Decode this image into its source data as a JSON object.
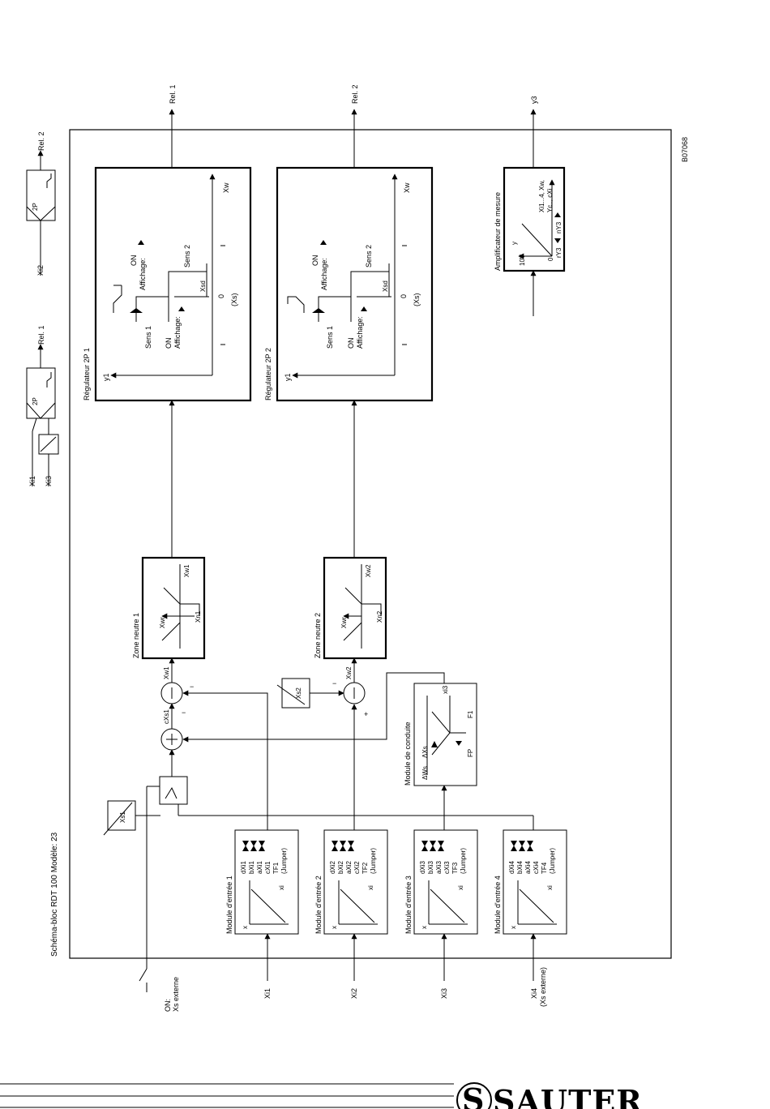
{
  "document": {
    "title": "Schéma-bloc RDT 100 Modèle: 23",
    "figure_code": "B07068",
    "brand": "SAUTER"
  },
  "outputs": {
    "rel1": "Rel. 1",
    "rel2": "Rel. 2",
    "y3": "y3"
  },
  "legend_2p": {
    "block_1": {
      "in_a": "Xi1",
      "in_b": "Xi3",
      "type": "2P",
      "out": "Rel. 1"
    },
    "block_2": {
      "in_a": "Xi2",
      "type": "2P",
      "out": "Rel. 2"
    }
  },
  "inputs": {
    "xi1": "Xi1",
    "xi2": "Xi2",
    "xi3": "Xi3",
    "xi4": "Xi4",
    "xi4_note": "(Xs externe)",
    "switch_on": "ON:",
    "switch_note": "Xs externe"
  },
  "input_modules": [
    {
      "title": "Module d'entrée 1",
      "params": [
        "dXi1",
        "bXi1",
        "aXi1",
        "cXi1",
        "TF1",
        "(Jumper)"
      ],
      "axis_x": "x",
      "axis_xi": "xi"
    },
    {
      "title": "Module d'entrée 2",
      "params": [
        "dXi2",
        "bXi2",
        "aXi2",
        "cXi2",
        "TF2",
        "(Jumper)"
      ],
      "axis_x": "x",
      "axis_xi": "xi"
    },
    {
      "title": "Module d'entrée 3",
      "params": [
        "dXi3",
        "bXi3",
        "aXi3",
        "cXi3",
        "TF3",
        "(Jumper)"
      ],
      "axis_x": "x",
      "axis_xi": "xi"
    },
    {
      "title": "Module d'entrée 4",
      "params": [
        "dXi4",
        "bXi4",
        "aXi4",
        "cXi4",
        "TF4",
        "(Jumper)"
      ],
      "axis_x": "x",
      "axis_xi": "xi"
    }
  ],
  "setpoints": {
    "xs1": "Xs1",
    "xs2": "Xs2"
  },
  "junctions": {
    "cxs1": "cXs1",
    "xw1": "Xw1",
    "xw2": "Xw2",
    "plus": "+",
    "minus": "−"
  },
  "guide_module": {
    "title": "Module de conduite",
    "dws": "ΔWs",
    "dxs": "ΔXs",
    "fp": "FP",
    "f1": "F1",
    "xi3": "xi3"
  },
  "neutral_zones": [
    {
      "title": "Zone neutre 1",
      "xwr": "Xwr",
      "xn": "Xn1",
      "xw": "Xw1"
    },
    {
      "title": "Zone neutre 2",
      "xwr": "Xwr",
      "xn": "Xn2",
      "xw": "Xw2"
    }
  ],
  "regulators": [
    {
      "title": "Régulateur 2P 1",
      "y1": "y1",
      "sens1": "Sens 1",
      "sens2": "Sens 2",
      "on_a": "ON",
      "aff_a": "Affichage:",
      "on_b": "ON",
      "aff_b": "Affichage:",
      "xsd": "Xsd",
      "zero": "0",
      "xs": "(Xs)",
      "xw": "Xw"
    },
    {
      "title": "Régulateur 2P 2",
      "y1": "y1",
      "sens1": "Sens 1",
      "sens2": "Sens 2",
      "on_a": "ON",
      "aff_a": "Affichage:",
      "on_b": "ON",
      "aff_b": "Affichage:",
      "xsd": "Xsd",
      "zero": "0",
      "xs": "(Xs)",
      "xw": "Xw"
    }
  ],
  "amplifier": {
    "title": "Amplificateur de mesure",
    "y": "y",
    "ten_v": "10V",
    "zero": "0",
    "ry3": "rY3",
    "ny3": "nY3",
    "ref_a": "Xi1...4, Xw,",
    "ref_b": "Yc.., cXi"
  }
}
